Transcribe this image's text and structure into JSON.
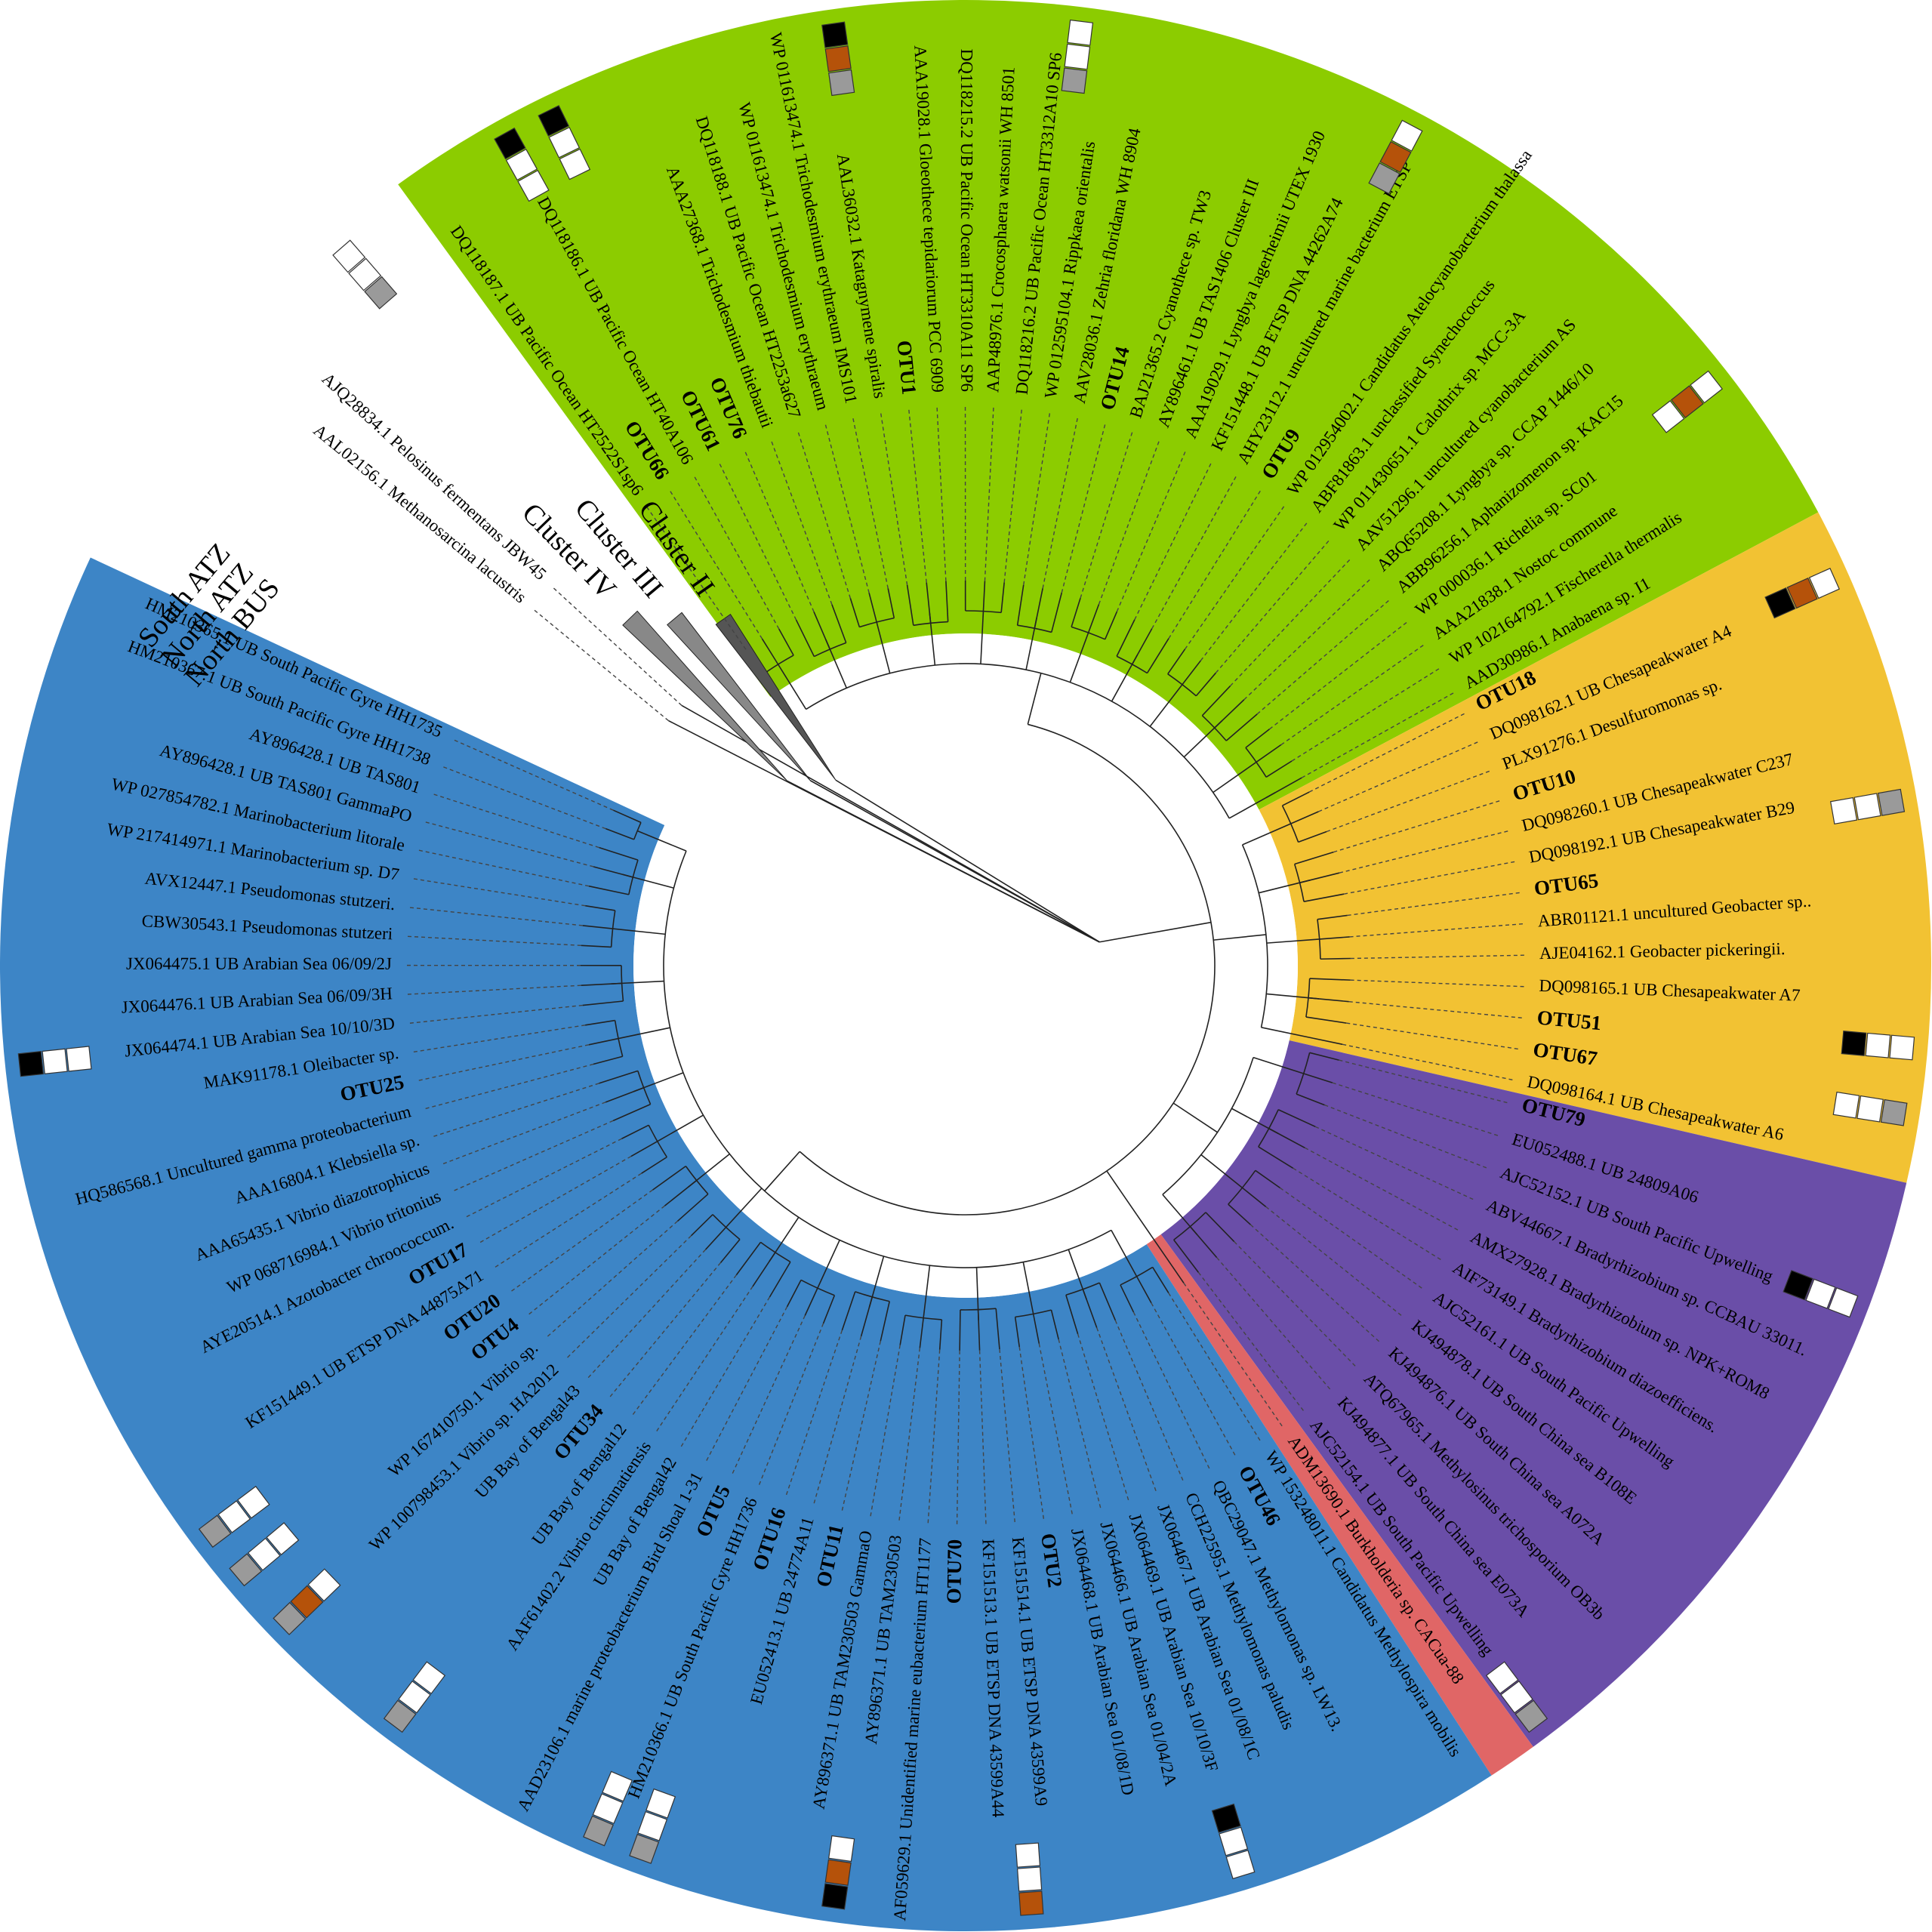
{
  "colors": {
    "cyanobacteria": "#8ccc00",
    "deltaproteo": "#f2c233",
    "alphaproteo": "#6a4ea8",
    "betaproteo": "#e06666",
    "gammaproteo": "#3d85c6",
    "abs_white": "#ffffff",
    "abs_gray": "#9a9a9a",
    "abs_brown": "#b5520a",
    "abs_black": "#000000"
  },
  "legend": [
    "South ATZ",
    "North ATZ",
    "North BUS"
  ],
  "clusters": [
    {
      "label": "Cluster II",
      "angle": -35
    },
    {
      "label": "Cluster III",
      "angle": -40
    },
    {
      "label": "Cluster IV",
      "angle": -44
    }
  ],
  "outgroups": [
    {
      "label": "AJQ28834.1 Pelosinus fermentans JBW45",
      "angle": -47.5
    },
    {
      "label": "AAL02156.1 Methanosarcina lacustris",
      "angle": -50.5
    }
  ],
  "groups": [
    {
      "name": "cyanobacteria",
      "start": -36,
      "end": 62,
      "leaves": [
        "DQ118187.1 UB Pacific Ocean HT2522S1sp6",
        "OTU66",
        "DQ118186.1 UB Pacific Ocean HT40A106",
        "OTU61",
        "OTU76",
        "AAA27368.1 Trichodesmium thiebautii",
        "DQ118188.1 UB Pacific Ocean HT2253a627",
        "WP 011613474.1 Trichodesmium erythraeum",
        "WP 011613474.1 Trichodesmium erythraeum IMS101",
        "AAL36032.1 Katagnymene spiralis",
        "OTU1",
        "AAA19028.1 Gloeothece tepidariorum PCC 6909",
        "DQ118215.2 UB Pacific Ocean HT3310A11 SP6",
        "AAP48976.1 Crocosphaera watsonii WH 8501",
        "DQ118216.2 UB Pacific Ocean HT3312A10 SP6",
        "WP 012595104.1 Rippkaea orientalis",
        "AAV28036.1 Zehria floridana WH 8904",
        "OTU14",
        "BAJ21365.2 Cyanothece sp. TW3",
        "AY896461.1 UB TAS1406 Cluster III",
        "AAA19029.1 Lyngbya lagerheimii UTEX 1930",
        "KF151448.1 UB ETSP DNA 44262A74",
        "AHY23112.1 uncultured marine bacterium ETSP",
        "OTU9",
        "WP 012954002.1 Candidatus Atelocyanobacterium thalassa",
        "ABF81863.1 unclassified Synechococcus",
        "WP 011430651.1 Calothrix sp. MCC-3A",
        "AAV51296.1 uncultured cyanobacterium AS",
        "ABQ65208.1 Lyngbya sp. CCAP 1446/10",
        "ABB96256.1 Aphanizomenon sp. KAC15",
        "WP 000036.1 Richelia sp. SC01",
        "AAA21838.1 Nostoc commune",
        "WP 102164792.1 Fischerella thermalis",
        "AAD30986.1 Anabaena sp. I1"
      ]
    },
    {
      "name": "deltaproteo",
      "start": 62,
      "end": 103,
      "leaves": [
        "OTU18",
        "DQ098162.1 UB Chesapeakwater A4",
        "PLX91276.1 Desulfuromonas sp.",
        "OTU10",
        "DQ098260.1 UB Chesapeakwater C237",
        "DQ098192.1 UB Chesapeakwater B29",
        "OTU65",
        "ABR01121.1 uncultured Geobacter sp..",
        "AJE04162.1 Geobacter pickeringii.",
        "DQ098165.1 UB Chesapeakwater A7",
        "OTU51",
        "OTU67",
        "DQ098164.1 UB Chesapeakwater A6"
      ]
    },
    {
      "name": "alphaproteo",
      "start": 103,
      "end": 144,
      "leaves": [
        "OTU79",
        "EU052488.1 UB 24809A06",
        "AJC52152.1 UB South Pacific Upwelling",
        "ABV44667.1 Bradyrhizobium sp. CCBAU 33011.",
        "AMX27928.1 Bradyrhizobium sp. NPK+ROM8",
        "AIF73149.1 Bradyrhizobium diazoefficiens.",
        "AJC52161.1 UB South Pacific Upwelling",
        "KJ494878.1 UB South China sea B108E",
        "KJ494876.1 UB South China sea A072A",
        "ATQ67965.1 Methylosinus trichosporium OB3b",
        "KJ494877.1 UB South China sea E073A",
        "AJC52154.1 UB South Pacific Upwelling"
      ]
    },
    {
      "name": "betaproteo",
      "start": 144,
      "end": 147,
      "leaves": [
        "ADM13690.1 Burkholderia sp. CACua-88"
      ]
    },
    {
      "name": "gammaproteo",
      "start": 147,
      "end": 295,
      "leaves": [
        "WP 153248011.1 Candidatus Methylospira mobilis",
        "OTU46",
        "QBC29047.1 Methylomonas sp. LW13.",
        "CCH22595.1 Methylomonas paludis",
        "JX064467.1 UB Arabian Sea 01/08/1C",
        "JX064469.1 UB Arabian Sea 10/10/3F",
        "JX064466.1 UB Arabian Sea 01/04/2A",
        "JX064468.1 UB Arabian Sea 01/08/1D",
        "OTU2",
        "KF151514.1 UB ETSP DNA 43599A9",
        "KF151513.1 UB ETSP DNA 43599A44",
        "OTU70",
        "AF059629.1 Unidentified marine eubacterium HT1177",
        "AY896371.1 UB TAM230503",
        "AY896371.1 UB TAM230503 GammaO",
        "OTU11",
        "EU052413.1 UB 24774A11",
        "OTU16",
        "HM210366.1 UB South Pacific Gyre HH1736",
        "OTU5",
        "AAD23106.1 marine proteobacterium Bird Shoal 1-31",
        "UB Bay of Bengal42",
        "AAF61402.2 Vibrio cincinnatiensis",
        "UB Bay of Bengal12",
        "OTU34",
        "UB Bay of Bengal43",
        "WP 100798453.1 Vibrio sp. HA2012",
        "WP 167410750.1 Vibrio sp.",
        "OTU4",
        "OTU20",
        "KF151449.1 UB ETSP DNA 44875A71",
        "OTU17",
        "AYE20514.1 Azotobacter chroococcum.",
        "WP 068716984.1 Vibrio tritonius",
        "AAA65435.1 Vibrio diazotrophicus",
        "AAA16804.1 Klebsiella sp.",
        "HQ586568.1 Uncultured gamma proteobacterium",
        "OTU25",
        "MAK91178.1 Oleibacter sp.",
        "JX064474.1 UB Arabian Sea 10/10/3D",
        "JX064476.1 UB Arabian Sea 06/09/3H",
        "JX064475.1 UB Arabian Sea 06/09/2J",
        "CBW30543.1 Pseudomonas stutzeri",
        "AVX12447.1 Pseudomonas stutzeri.",
        "WP 217414971.1 Marinobacterium sp. D7",
        "WP 027854782.1 Marinobacterium litorale",
        "AY896428.1 UB TAS801 GammaPO",
        "AY896428.1 UB TAS801",
        "HM210367.1 UB South Pacific Gyre HH1738",
        "HM210365.1 UB South Pacific Gyre HH1735"
      ]
    }
  ],
  "abundance_markers": [
    {
      "angle": -41,
      "values": [
        "white",
        "white",
        "gray"
      ]
    },
    {
      "angle": -29,
      "values": [
        "black",
        "white",
        "white"
      ]
    },
    {
      "angle": -26,
      "values": [
        "black",
        "white",
        "white"
      ]
    },
    {
      "angle": -8,
      "values": [
        "black",
        "brown",
        "gray"
      ]
    },
    {
      "angle": 7,
      "values": [
        "white",
        "white",
        "gray"
      ]
    },
    {
      "angle": 28,
      "values": [
        "white",
        "brown",
        "gray"
      ]
    },
    {
      "angle": 52,
      "values": [
        "white",
        "brown",
        "white"
      ]
    },
    {
      "angle": 66,
      "values": [
        "white",
        "brown",
        "black"
      ]
    },
    {
      "angle": 80,
      "values": [
        "gray",
        "white",
        "white"
      ]
    },
    {
      "angle": 95,
      "values": [
        "white",
        "white",
        "black"
      ]
    },
    {
      "angle": 99,
      "values": [
        "gray",
        "white",
        "white"
      ]
    },
    {
      "angle": 111,
      "values": [
        "white",
        "white",
        "black"
      ]
    },
    {
      "angle": 143,
      "values": [
        "gray",
        "white",
        "white"
      ]
    },
    {
      "angle": 163,
      "values": [
        "white",
        "white",
        "black"
      ]
    },
    {
      "angle": 176,
      "values": [
        "brown",
        "white",
        "white"
      ]
    },
    {
      "angle": 188,
      "values": [
        "black",
        "brown",
        "white"
      ]
    },
    {
      "angle": 200,
      "values": [
        "gray",
        "white",
        "white"
      ]
    },
    {
      "angle": 203,
      "values": [
        "gray",
        "white",
        "white"
      ]
    },
    {
      "angle": 217,
      "values": [
        "gray",
        "white",
        "white"
      ]
    },
    {
      "angle": 226,
      "values": [
        "gray",
        "brown",
        "white"
      ]
    },
    {
      "angle": 230,
      "values": [
        "gray",
        "white",
        "white"
      ]
    },
    {
      "angle": 233,
      "values": [
        "gray",
        "white",
        "white"
      ]
    },
    {
      "angle": 264,
      "values": [
        "black",
        "white",
        "white"
      ]
    }
  ]
}
